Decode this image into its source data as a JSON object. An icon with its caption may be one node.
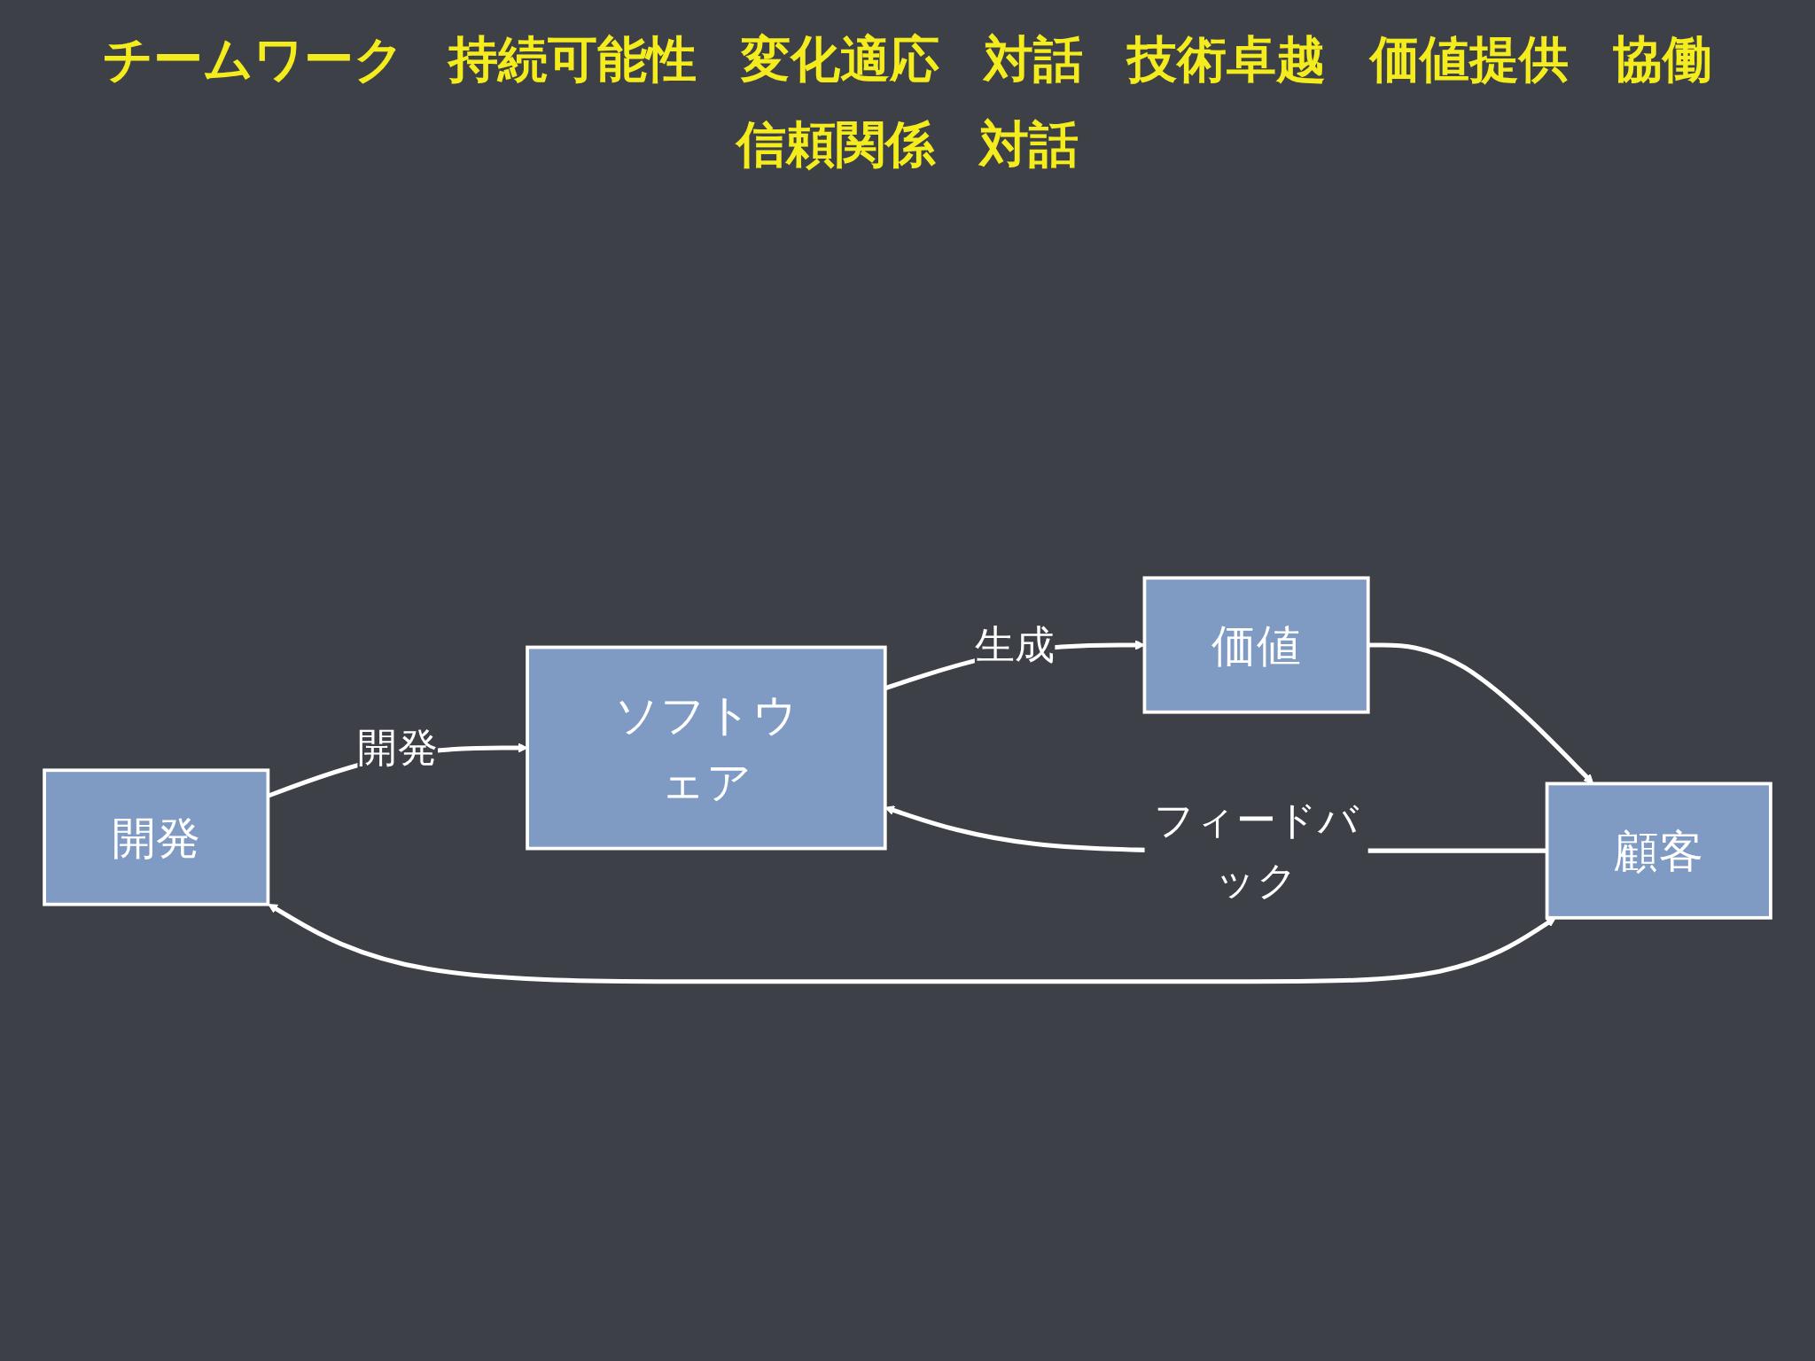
{
  "diagram": {
    "nodes": [
      {
        "text": [
          "開発"
        ]
      },
      {
        "text": [
          "ソフトウェア"
        ]
      },
      {
        "text": [
          "価値"
        ]
      },
      {
        "text": [
          "顧客"
        ]
      }
    ],
    "edges": [
      {
        "from": 0,
        "to": 1,
        "arrow": "to",
        "label": "開発"
      },
      {
        "from": 1,
        "to": 2,
        "arrow": "to",
        "label": "生成"
      },
      {
        "from": 2,
        "to": 3,
        "arrow": "to"
      },
      {
        "from": 3,
        "to": 1,
        "arrow": "to",
        "label": "フィードバック"
      },
      {
        "from": 0,
        "to": 3,
        "arrow": "both"
      }
    ],
    "labels": [
      "チームワーク",
      "持続可能性",
      "変化適応",
      "対話",
      "技術卓越",
      "価値提供",
      "協働",
      "信頼関係",
      "対話"
    ]
  }
}
